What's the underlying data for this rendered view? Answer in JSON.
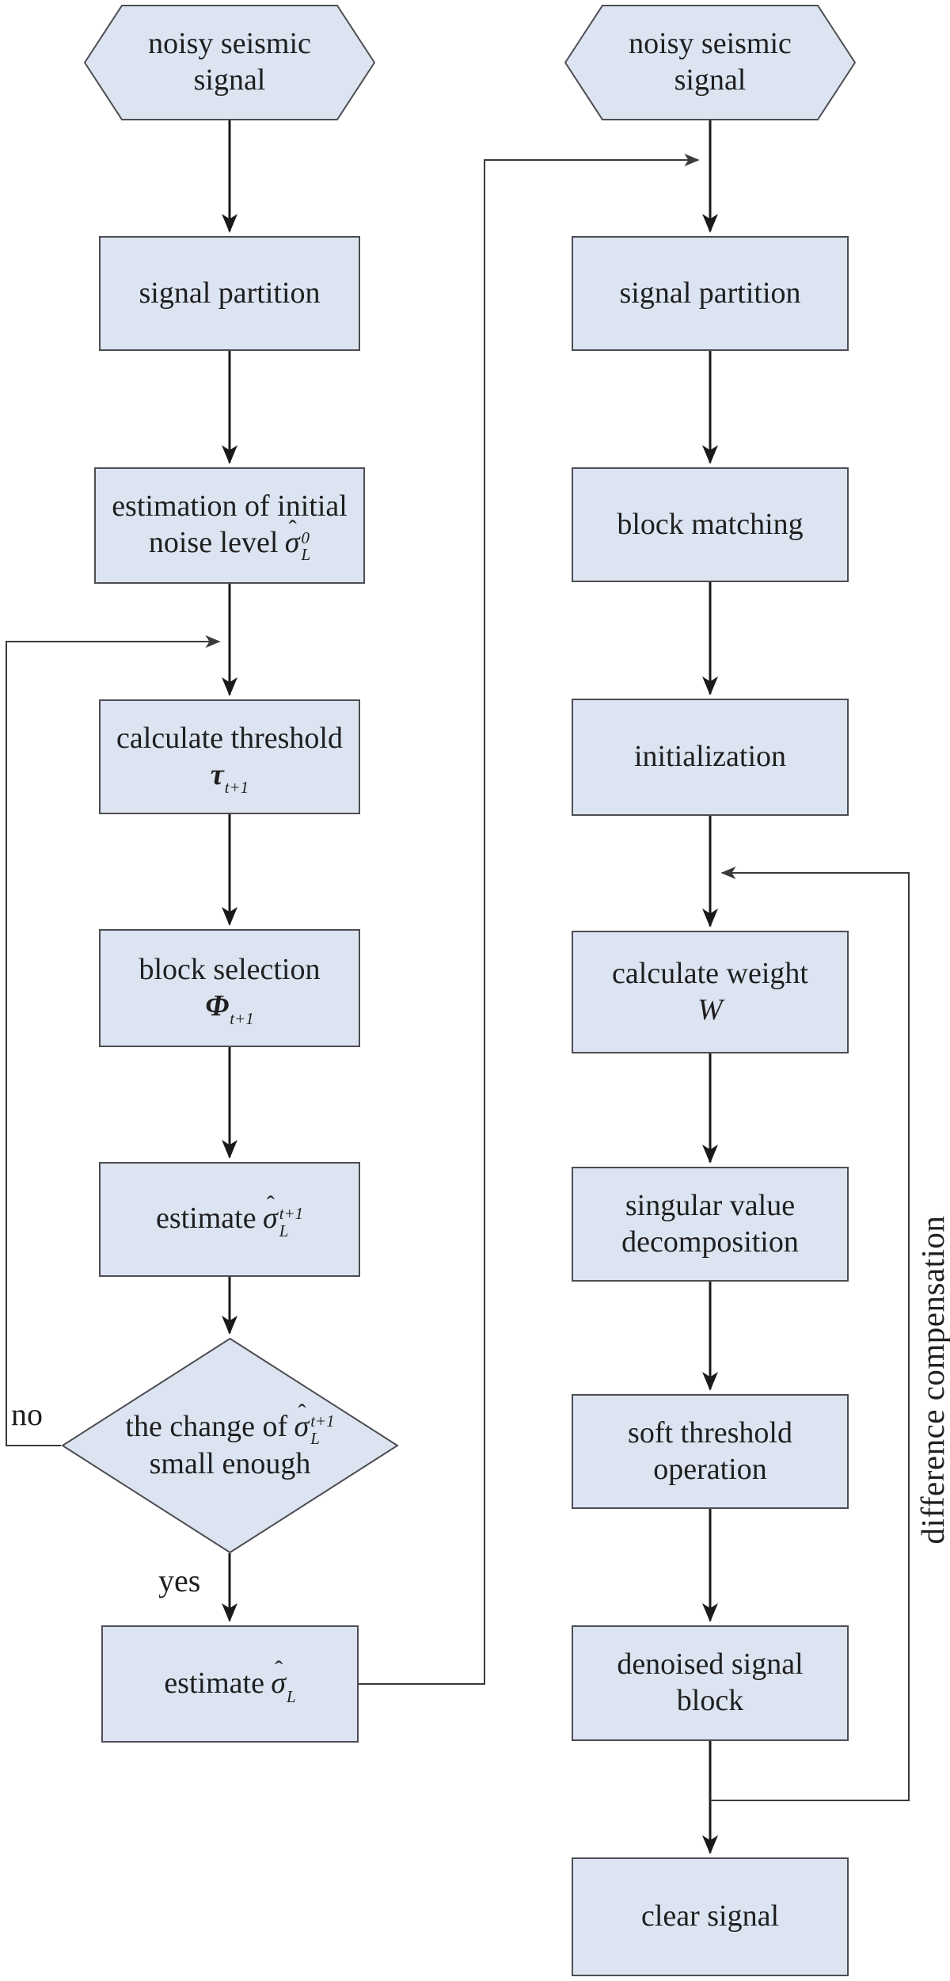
{
  "colors": {
    "node_fill": "#dce4f2",
    "node_border": "#4d4d52",
    "flow_line": "#1a1a1a",
    "loop_line": "#3a3a3a",
    "text": "#1f1f1f",
    "background": "#ffffff"
  },
  "left_column": {
    "hexagon": {
      "line1": "noisy seismic",
      "line2": "signal"
    },
    "signal_partition": {
      "label": "signal partition"
    },
    "estimation": {
      "line1": "estimation of initial",
      "line2_prefix": "noise level",
      "hat": "ˆ",
      "sigma": "σ",
      "sup": "0",
      "sub": "L"
    },
    "threshold": {
      "line1": "calculate threshold",
      "symbol": "τ",
      "subscript": "t+1"
    },
    "block_selection": {
      "line1": "block selection",
      "symbol": "Φ",
      "subscript": "t+1"
    },
    "estimate_iter": {
      "prefix": "estimate",
      "hat": "ˆ",
      "sigma": "σ",
      "sup": "t+1",
      "sub": "L"
    },
    "decision": {
      "line1_prefix": "the change of",
      "hat": "ˆ",
      "sigma": "σ",
      "sup": "t+1",
      "sub": "L",
      "line2": "small enough"
    },
    "estimate_final": {
      "prefix": "estimate",
      "hat": "ˆ",
      "sigma": "σ",
      "sub": "L"
    },
    "no_label": "no",
    "yes_label": "yes"
  },
  "right_column": {
    "hexagon": {
      "line1": "noisy seismic",
      "line2": "signal"
    },
    "signal_partition": {
      "label": "signal partition"
    },
    "block_matching": {
      "label": "block matching"
    },
    "initialization": {
      "label": "initialization"
    },
    "calc_weight": {
      "line1": "calculate weight",
      "symbol": "W"
    },
    "svd": {
      "line1": "singular value",
      "line2": "decomposition"
    },
    "soft_threshold": {
      "line1": "soft threshold",
      "line2": "operation"
    },
    "denoised_block": {
      "line1": "denoised signal",
      "line2": "block"
    },
    "clear_signal": {
      "label": "clear signal"
    },
    "loop_label": "difference compensation"
  }
}
